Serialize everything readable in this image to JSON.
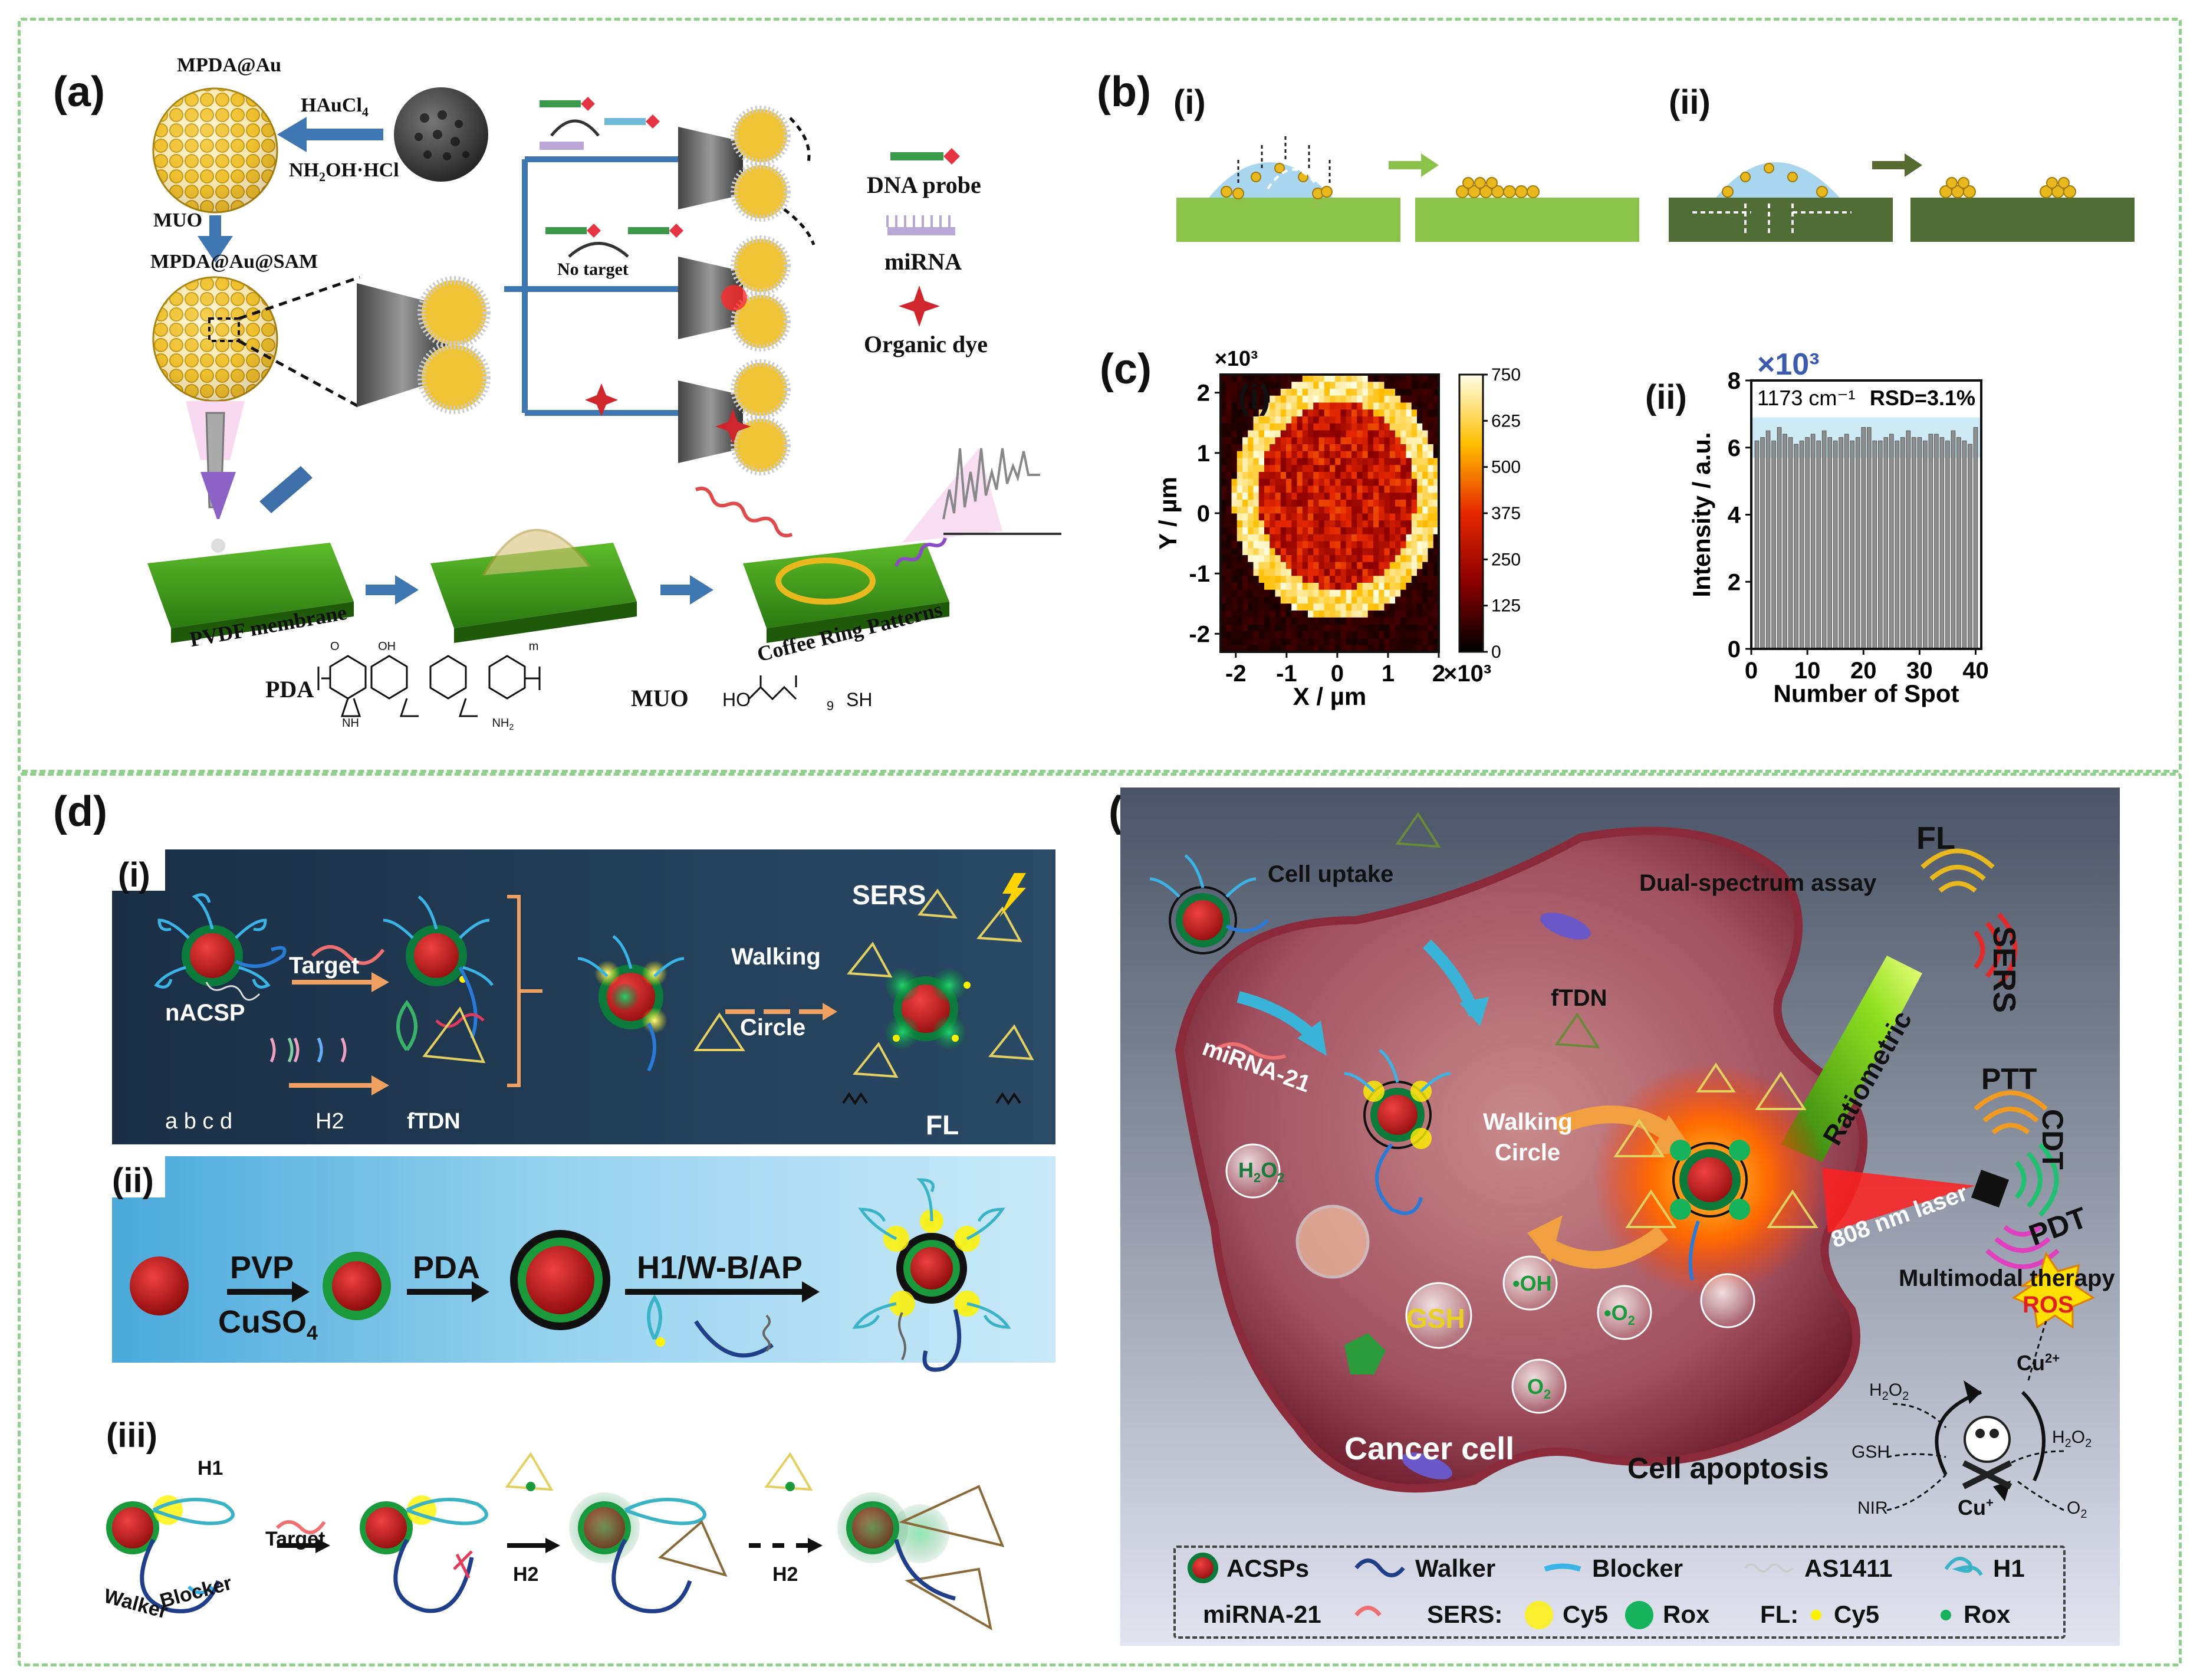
{
  "panels": {
    "a": {
      "label": "(a)",
      "mpda_au": "MPDA@Au",
      "haucl4": "HAuCl",
      "haucl4_sub": "4",
      "nh2oh": "NH",
      "nh2oh_sub": "2",
      "nh2oh_rest": "OH·HCl",
      "muo_step": "MUO",
      "mpda_au_sam": "MPDA@Au@SAM",
      "no_target": "No target",
      "dna_probe": "DNA probe",
      "mirna": "miRNA",
      "organic_dye": "Organic dye",
      "pvdf": "PVDF membrane",
      "coffee_ring": "Coffee Ring Patterns",
      "pda": "PDA",
      "muo": "MUO",
      "muo_formula_ho": "HO",
      "muo_formula_9": "9",
      "muo_formula_sh": "SH",
      "pda_nh": "NH",
      "pda_nh2": "NH",
      "pda_nh2_sub": "2",
      "pda_o": "O",
      "pda_oh": "OH",
      "pda_m": "m"
    },
    "b": {
      "label": "(b)",
      "i": "(i)",
      "ii": "(ii)"
    },
    "c": {
      "label": "(c)",
      "i": "(i)",
      "ii": "(ii)"
    },
    "d": {
      "label": "(d)",
      "i": "(i)",
      "ii": "(ii)",
      "iii": "(iii)",
      "target": "Target",
      "nacsp": "nACSP",
      "abcd": "a  b  c  d",
      "h2": "H2",
      "ftdn": "fTDN",
      "walking": "Walking",
      "circle": "Circle",
      "sers": "SERS",
      "fl": "FL",
      "pvp": "PVP",
      "cuso4": "CuSO",
      "cuso4_sub": "4",
      "pda": "PDA",
      "h1wbap": "H1/W-B/AP",
      "iii_h1": "H1",
      "iii_blocker": "Blocker",
      "iii_walker": "Walker",
      "iii_target": "Target",
      "iii_h2a": "H2",
      "iii_h2b": "H2"
    },
    "e": {
      "label": "(e)",
      "cell_uptake": "Cell uptake",
      "dual_spectrum": "Dual-spectrum assay",
      "fl": "FL",
      "sers": "SERS",
      "ratiometric": "Ratiometric",
      "ftdn": "fTDN",
      "mirna21": "miRNA-21",
      "walking": "Walking",
      "circle": "Circle",
      "h2o2": "H",
      "h2o2_sub": "2",
      "h2o2_o": "O",
      "h2o2_sub2": "2",
      "oh": "•OH",
      "o2rad": "•O",
      "o2rad_sub": "2",
      "o2": "O",
      "o2_sub": "2",
      "gsh": "GSH",
      "ptt": "PTT",
      "cdt": "CDT",
      "pdt": "PDT",
      "laser": "808 nm laser",
      "multimodal": "Multimodal therapy",
      "ros": "ROS",
      "cu2": "Cu",
      "cu2_sup": "2+",
      "cu1": "Cu",
      "cu1_sup": "+",
      "cyc_h2o2_l": "H",
      "cyc_h2o2_l_sub": "2",
      "cyc_h2o2_l_o": "O",
      "cyc_h2o2_l_sub2": "2",
      "cyc_gsh": "GSH",
      "cyc_nir": "NIR",
      "cyc_h2o2_r": "H",
      "cyc_h2o2_r_sub": "2",
      "cyc_h2o2_r_o": "O",
      "cyc_h2o2_r_sub2": "2",
      "cyc_o2": "O",
      "cyc_o2_sub": "2",
      "cancer_cell": "Cancer cell",
      "apoptosis": "Cell apoptosis",
      "legend": {
        "acsps": "ACSPs",
        "walker": "Walker",
        "blocker": "Blocker",
        "as1411": "AS1411",
        "h1": "H1",
        "mirna21": "miRNA-21",
        "sers": "SERS:",
        "cy5a": "Cy5",
        "rox_a": "Rox",
        "fl": "FL:",
        "cy5b": "Cy5",
        "rox_b": "Rox"
      }
    }
  },
  "chart_data": [
    {
      "type": "heatmap",
      "panel": "c(i)",
      "xlabel": "X / µm",
      "ylabel": "Y / µm",
      "x_multiplier": "×10³",
      "y_multiplier": "×10³",
      "xlim": [
        -2.3,
        2.0
      ],
      "ylim": [
        -2.3,
        2.3
      ],
      "x_ticks": [
        "-2",
        "-1",
        "0",
        "1",
        "2"
      ],
      "y_ticks": [
        "2",
        "1",
        "0",
        "-1",
        "-2"
      ],
      "colorbar_ticks": [
        "750",
        "625",
        "500",
        "375",
        "250",
        "125",
        "0"
      ],
      "colorbar_range": [
        0,
        750
      ],
      "spot_center": [
        0,
        0.3
      ],
      "spot_radius": 1.9,
      "ring_intensity": 650,
      "center_intensity": 300,
      "background_intensity": 60
    },
    {
      "type": "bar",
      "panel": "c(ii)",
      "title": "1173 cm⁻¹",
      "annotation": "RSD=3.1%",
      "xlabel": "Number of Spot",
      "ylabel": "Intensity / a.u.",
      "y_multiplier": "×10³",
      "xlim": [
        0,
        41
      ],
      "ylim": [
        0,
        8
      ],
      "x_ticks": [
        "0",
        "10",
        "20",
        "30",
        "40"
      ],
      "y_ticks": [
        "0",
        "2",
        "4",
        "6",
        "8"
      ],
      "band": [
        5.7,
        6.9
      ],
      "x": [
        1,
        2,
        3,
        4,
        5,
        6,
        7,
        8,
        9,
        10,
        11,
        12,
        13,
        14,
        15,
        16,
        17,
        18,
        19,
        20,
        21,
        22,
        23,
        24,
        25,
        26,
        27,
        28,
        29,
        30,
        31,
        32,
        33,
        34,
        35,
        36,
        37,
        38,
        39,
        40
      ],
      "values": [
        6.2,
        6.3,
        6.5,
        6.2,
        6.6,
        6.4,
        6.3,
        6.1,
        6.2,
        6.3,
        6.4,
        6.2,
        6.5,
        6.3,
        6.2,
        6.3,
        6.4,
        6.2,
        6.3,
        6.6,
        6.6,
        6.2,
        6.2,
        6.3,
        6.4,
        6.2,
        6.3,
        6.5,
        6.3,
        6.3,
        6.2,
        6.4,
        6.4,
        6.3,
        6.2,
        6.5,
        6.3,
        6.2,
        6.1,
        6.6
      ]
    }
  ],
  "colors": {
    "frame": "#8fd08c",
    "gold": "#e8b81c",
    "navy": "#1d3d56",
    "sky": "#7cc7ea",
    "cell": "#b8596a",
    "red": "#c81414",
    "green": "#35a23f"
  }
}
